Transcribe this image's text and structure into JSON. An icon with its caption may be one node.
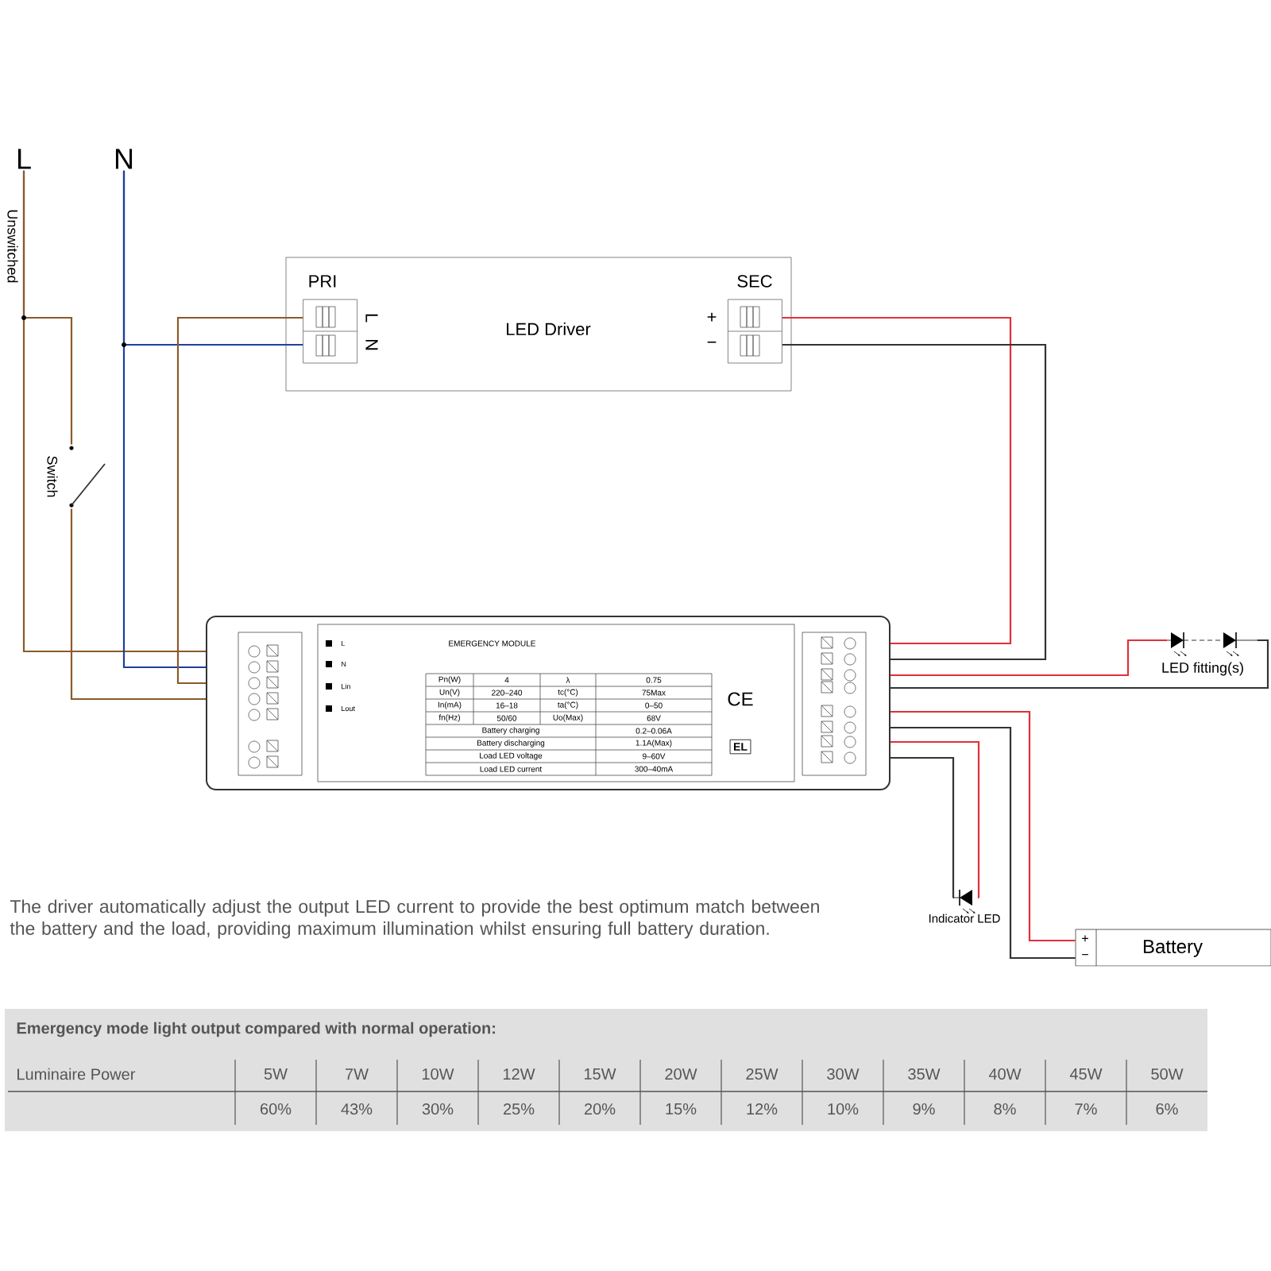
{
  "diagram": {
    "caption": "The driver automatically adjust the output LED current to provide the best optimum match between the battery and the load, providing maximum illumination whilst ensuring full battery duration.",
    "nodes": [
      {
        "text": [
          "L"
        ]
      },
      {
        "text": [
          "N"
        ]
      },
      {
        "text": [
          "LED Driver"
        ]
      },
      {
        "text": [
          "PRI"
        ],
        "beside": [
          "L",
          "N"
        ],
        "in": 2
      },
      {
        "text": [
          "SEC"
        ],
        "beside": [
          "+",
          "−"
        ],
        "in": 2
      },
      {
        "text": [
          "EMERGENCY MODULE"
        ]
      },
      {
        "text": [
          "Switch"
        ]
      },
      {
        "text": [
          "LED fitting(s)"
        ]
      },
      {
        "text": [
          "Indicator LED"
        ]
      },
      {
        "text": [
          "Battery",
          "+",
          "−"
        ]
      }
    ],
    "edges": [
      {
        "from": 0,
        "to": 5,
        "arrow": "none",
        "color": "#8b5a2b"
      },
      {
        "from": 0,
        "to": 6,
        "arrow": "none",
        "color": "#8b5a2b"
      },
      {
        "from": 6,
        "to": 5,
        "arrow": "none",
        "color": "#8b5a2b"
      },
      {
        "from": 1,
        "to": 3,
        "arrow": "none",
        "color": "#1f3f9f"
      },
      {
        "from": 1,
        "to": 5,
        "arrow": "none",
        "color": "#1f3f9f"
      },
      {
        "from": 3,
        "to": 5,
        "arrow": "none",
        "color": "#8b5a2b"
      },
      {
        "from": 4,
        "to": 5,
        "arrow": "none",
        "color": "#e0303a"
      },
      {
        "from": 4,
        "to": 5,
        "arrow": "none",
        "color": "#333333"
      },
      {
        "from": 5,
        "to": 7,
        "arrow": "none",
        "color": "#e0303a"
      },
      {
        "from": 5,
        "to": 7,
        "arrow": "none",
        "color": "#333333"
      },
      {
        "from": 5,
        "to": 9,
        "arrow": "none",
        "color": "#e0303a"
      },
      {
        "from": 5,
        "to": 9,
        "arrow": "none",
        "color": "#333333"
      },
      {
        "from": 5,
        "to": 8,
        "arrow": "none",
        "color": "#e0303a"
      },
      {
        "from": 5,
        "to": 8,
        "arrow": "none",
        "color": "#333333"
      }
    ],
    "labels": [
      "Unswitched",
      "L",
      "N",
      "Lin",
      "Lout",
      "Pn(W)",
      "4",
      "λ",
      "0.75",
      "Un(V)",
      "220–240",
      "tc(°C)",
      "75Max",
      "In(mA)",
      "16–18",
      "ta(°C)",
      "0–50",
      "fn(Hz)",
      "50/60",
      "Uo(Max)",
      "68V",
      "Battery charging",
      "0.2–0.06A",
      "Battery discharging",
      "1.1A(Max)",
      "Load LED voltage",
      "9–60V",
      "Load LED current",
      "300–40mA",
      "CE",
      "EL",
      "Emergency mode light output compared with normal operation:",
      "Luminaire Power",
      "5W",
      "7W",
      "10W",
      "12W",
      "15W",
      "20W",
      "25W",
      "30W",
      "35W",
      "40W",
      "45W",
      "50W",
      "60%",
      "43%",
      "30%",
      "25%",
      "20%",
      "15%",
      "12%",
      "10%",
      "9%",
      "8%",
      "7%",
      "6%"
    ]
  }
}
